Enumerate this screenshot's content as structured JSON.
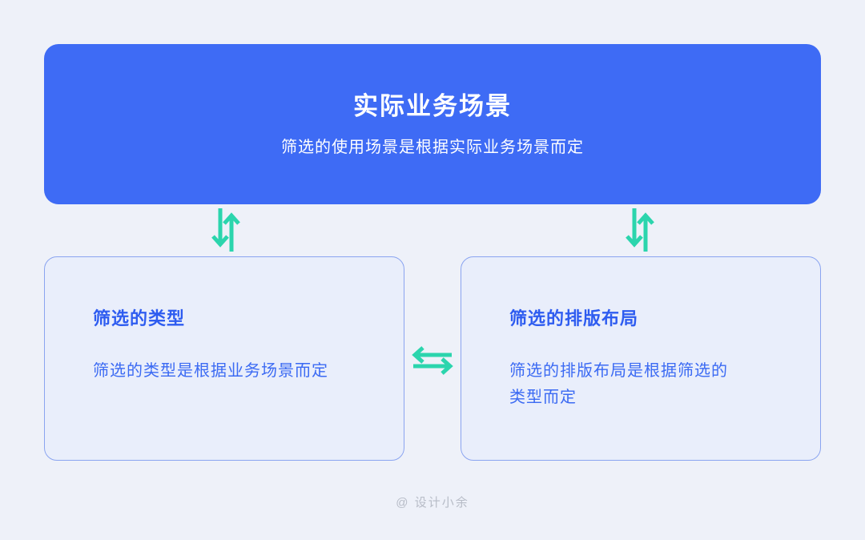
{
  "colors": {
    "canvas_bg": "#eef1f9",
    "hero_bg": "#3e6bf5",
    "hero_text": "#ffffff",
    "card_bg": "#e9eefb",
    "card_border": "#8aa4f0",
    "card_title_text": "#2e5cf0",
    "card_body_text": "#3b6af3",
    "arrow": "#2bd5ad",
    "watermark_text": "#b7bcc7"
  },
  "hero": {
    "title": "实际业务场景",
    "subtitle": "筛选的使用场景是根据实际业务场景而定"
  },
  "cards": [
    {
      "title": "筛选的类型",
      "body": "筛选的类型是根据业务场景而定"
    },
    {
      "title": "筛选的排版布局",
      "body": "筛选的排版布局是根据筛选的\n类型而定"
    }
  ],
  "watermark": "@ 设计小余"
}
